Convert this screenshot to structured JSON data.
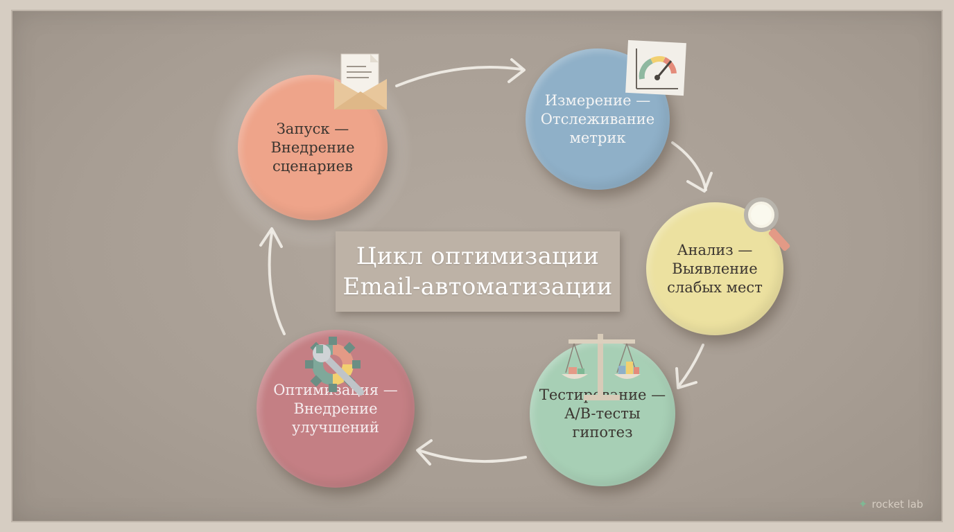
{
  "diagram": {
    "title_lines": [
      "Цикл оптимизации",
      "Email-автоматизации"
    ],
    "steps": [
      {
        "label": "Запуск —\nВнедрение\nсценариев",
        "icon": "envelope-letter-icon",
        "color": "#eea48a"
      },
      {
        "label": "Измерение —\nОтслеживание\nметрик",
        "icon": "gauge-chart-icon",
        "color": "#8fb0c8"
      },
      {
        "label": "Анализ —\nВыявление\nслабых мест",
        "icon": "magnifier-icon",
        "color": "#ece1a0"
      },
      {
        "label": "Тестирование —\nA/B-тесты\nгипотез",
        "icon": "balance-scale-icon",
        "color": "#a7cfb5"
      },
      {
        "label": "Оптимизация —\nВнедрение\nулучшений",
        "icon": "gear-wrench-icon",
        "color": "#c47f84"
      }
    ]
  },
  "brand": {
    "logo_text": "rocket lab",
    "logo_icon": "rocket-icon",
    "accent": "#7fb894"
  }
}
